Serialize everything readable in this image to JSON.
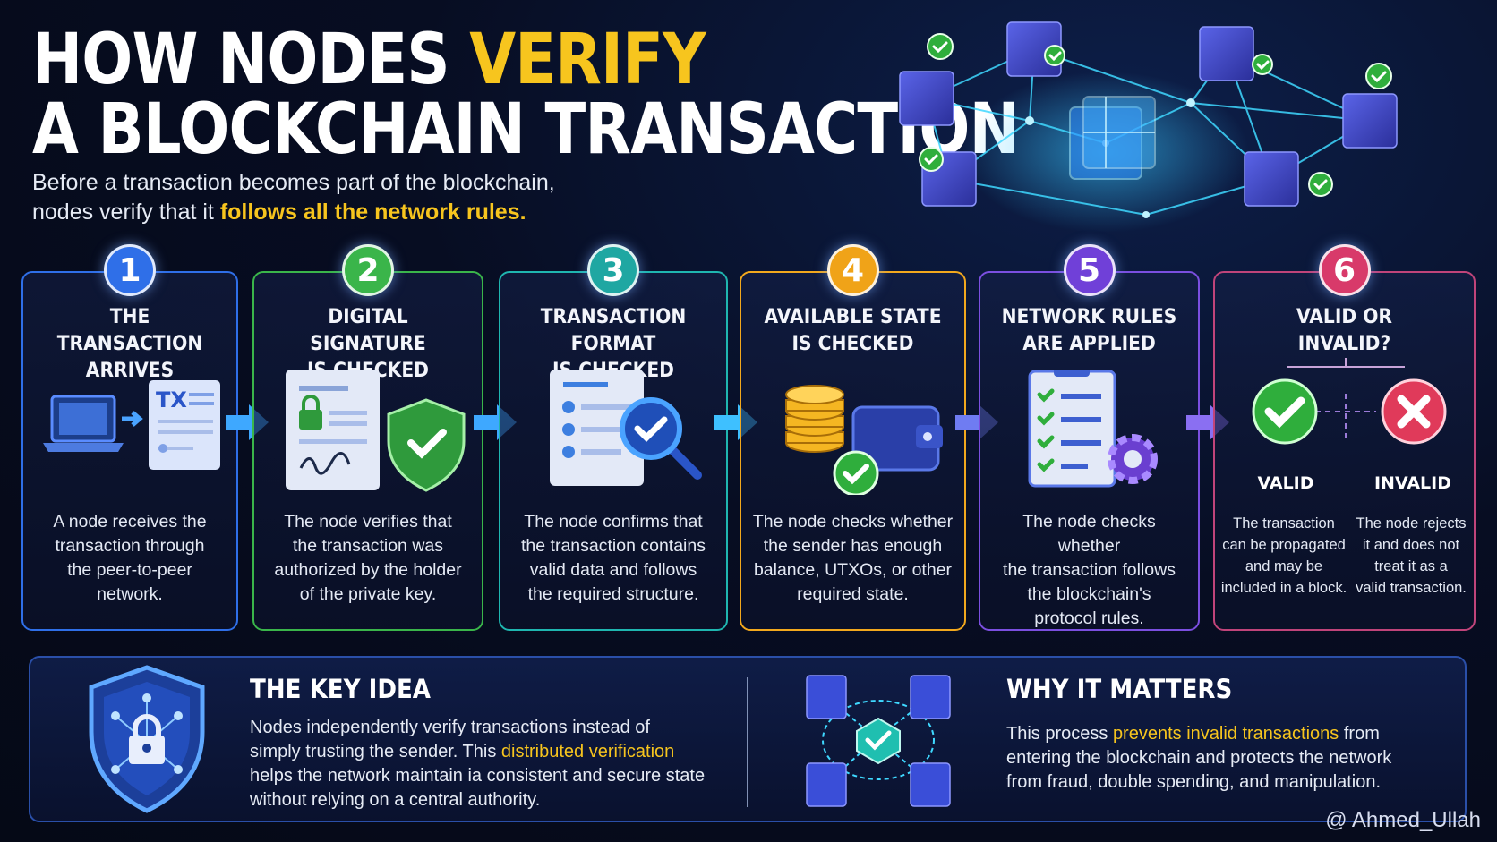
{
  "title": {
    "line1_prefix": "HOW NODES ",
    "line1_highlight": "VERIFY",
    "line2": "A BLOCKCHAIN TRANSACTION"
  },
  "subtitle": {
    "line1": "Before a transaction becomes part of the blockchain,",
    "line2_prefix": "nodes verify that it ",
    "line2_highlight": "follows all the network rules."
  },
  "steps": [
    {
      "number": "1",
      "title_line1": "THE TRANSACTION",
      "title_line2": "ARRIVES",
      "icon": "laptop-and-tx-document-icon",
      "icon_text": "TX",
      "color": "#2f6fe8",
      "desc_lines": [
        "A node receives the",
        "transaction through",
        "the peer-to-peer",
        "network."
      ]
    },
    {
      "number": "2",
      "title_line1": "DIGITAL SIGNATURE",
      "title_line2": "IS CHECKED",
      "icon": "signed-document-shield-icon",
      "color": "#3ab54a",
      "desc_lines": [
        "The node verifies that",
        "the transaction was",
        "authorized by the holder",
        "of the private key."
      ]
    },
    {
      "number": "3",
      "title_line1": "TRANSACTION FORMAT",
      "title_line2": "IS CHECKED",
      "icon": "checklist-magnifier-icon",
      "color": "#1fb6b0",
      "desc_lines": [
        "The node confirms that",
        "the transaction contains",
        "valid data and follows",
        "the required structure."
      ]
    },
    {
      "number": "4",
      "title_line1": "AVAILABLE STATE",
      "title_line2": "IS CHECKED",
      "icon": "coins-wallet-icon",
      "color": "#f2a81d",
      "desc_lines": [
        "The node checks whether",
        "the sender has enough",
        "balance, UTXOs, or other",
        "required state."
      ]
    },
    {
      "number": "5",
      "title_line1": "NETWORK RULES",
      "title_line2": "ARE APPLIED",
      "icon": "clipboard-gear-icon",
      "color": "#7b4fe0",
      "desc_lines": [
        "The node checks whether",
        "the transaction follows",
        "the blockchain's",
        "protocol rules."
      ]
    },
    {
      "number": "6",
      "title_line1": "VALID OR",
      "title_line2": "INVALID?",
      "icon": "valid-invalid-icon",
      "color": "#e03a6e",
      "desc_lines": []
    }
  ],
  "verdict": {
    "valid_label": "VALID",
    "invalid_label": "INVALID",
    "valid_desc_lines": [
      "The transaction",
      "can be propagated",
      "and may be",
      "included in a block."
    ],
    "invalid_desc_lines": [
      "The node rejects",
      "it and does not",
      "treat it as a",
      "valid transaction."
    ]
  },
  "key_idea": {
    "heading": "THE KEY IDEA",
    "icon": "shield-lock-icon",
    "lines": [
      {
        "text": "Nodes independently verify transactions instead of"
      },
      {
        "prefix": "simply trusting the sender. This ",
        "highlight": "distributed verification"
      },
      {
        "text": "helps the network maintain ia consistent and secure state"
      },
      {
        "text": "without relying on a central authority."
      }
    ]
  },
  "why_it_matters": {
    "heading": "WHY IT MATTERS",
    "icon": "node-network-check-icon",
    "lines": [
      {
        "prefix": "This process ",
        "highlight": "prevents invalid transactions",
        "suffix": " from"
      },
      {
        "text": "entering the blockchain and protects the network"
      },
      {
        "text": "from fraud, double spending, and manipulation."
      }
    ]
  },
  "watermark": "@ Ahmed_Ullah",
  "colors": {
    "accent_yellow": "#f7c51e",
    "background": "#070d22",
    "valid_green": "#2fae3c",
    "invalid_red": "#e03a5a"
  }
}
